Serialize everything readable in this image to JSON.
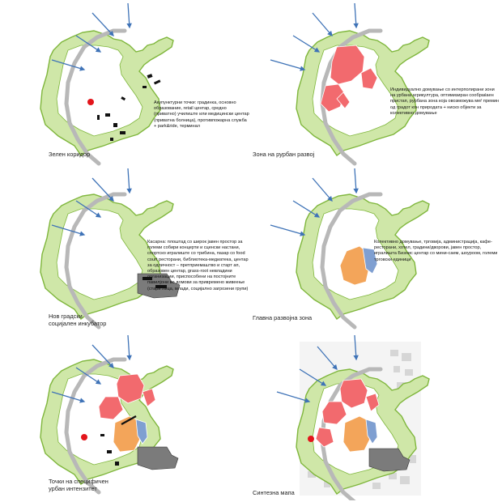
{
  "colors": {
    "green_fill": "#cfe7a8",
    "green_stroke": "#7fb63c",
    "corridor": "#b8b8b8",
    "arrow": "#3f73b7",
    "red_zone": "#f26a6e",
    "orange_zone": "#f3a55a",
    "blue_zone": "#7f9fd1",
    "grey_block": "#7b7b7b",
    "red_point": "#e3151b",
    "black": "#111111"
  },
  "panels": [
    {
      "caption_lines": [
        "Зелен коридор"
      ],
      "description": "Акупунктурни точки: градинка, основно образование, retail центар, средно (приватно) училиште или медицински центар (приватна болница), противпожарна служба + park&ride, терминал"
    },
    {
      "caption_lines": [
        "Зона на рурбан развој"
      ],
      "description": "Индивидуално домување со интерполирани зони на урбана агрикултура, оптимизиран сообраќаен пристап, рурбана зона која овозможува меѓ премин од градот кон природата + нискo објекти за колективно домување"
    },
    {
      "caption_lines": [
        "Нов градски",
        "социјален инкубатор"
      ],
      "description": "Касарна: плоштад со широк јавен простор за големи собири концерти и сценски настани, спортско игралиште со трибина, пазар со food court ресторани, библиотека-медиатека, центар за одличност – претприемаштво и старт ап, образовен центар, grass-root невладини организации, приспособени на постојните павилјони во домови за привремено живеење (стари лица, млади, социјално загрозени групи)"
    },
    {
      "caption_lines": [
        "Главна развојна зона"
      ],
      "description": "Колективно домување, трговија, администрација, кафе-ресторани, хотел, градини/дворови, јавен простор, игралишта Бизнис центар со мини-саем, шоуроом, големи трговски единици"
    },
    {
      "caption_lines": [
        "Точки на специфичен",
        "урбан интензитет"
      ],
      "description": ""
    },
    {
      "caption_lines": [
        "Синтезна мапа"
      ],
      "description": ""
    }
  ]
}
